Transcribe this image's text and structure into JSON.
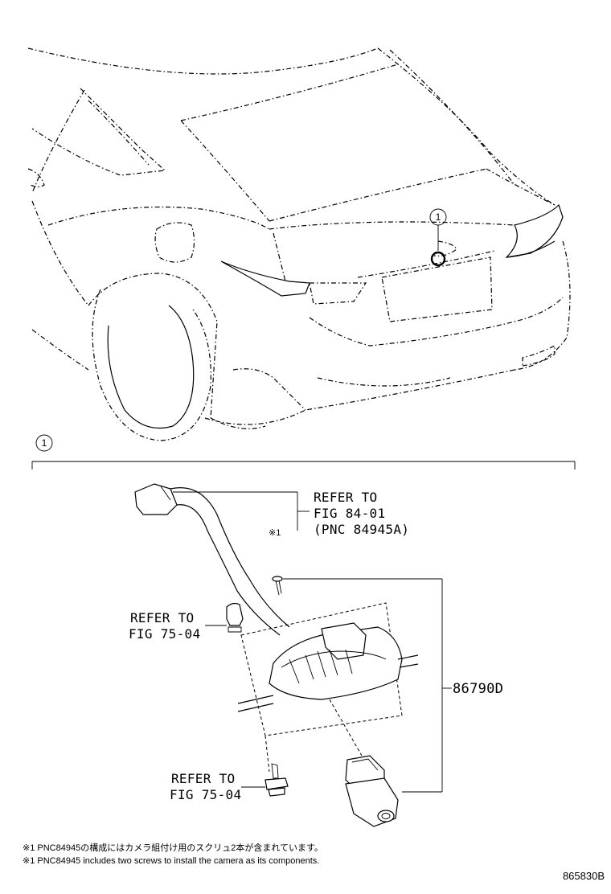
{
  "diagram": {
    "callout_number": "1",
    "section_number": "1",
    "refs": {
      "harness": {
        "line1": "REFER TO",
        "line2": "FIG 84-01",
        "line3": "(PNC 84945A)",
        "mark": "※1"
      },
      "clip": {
        "line1": "REFER TO",
        "line2": "FIG 75-04"
      },
      "bolt": {
        "line1": "REFER TO",
        "line2": "FIG 75-04"
      }
    },
    "part_number": "86790D",
    "notes": [
      "※1 PNC84945の構成にはカメラ組付け用のスクリュ2本が含まれています。",
      "※1 PNC84945 includes two screws to install the camera as its components."
    ],
    "drawing_code": "865830B"
  }
}
